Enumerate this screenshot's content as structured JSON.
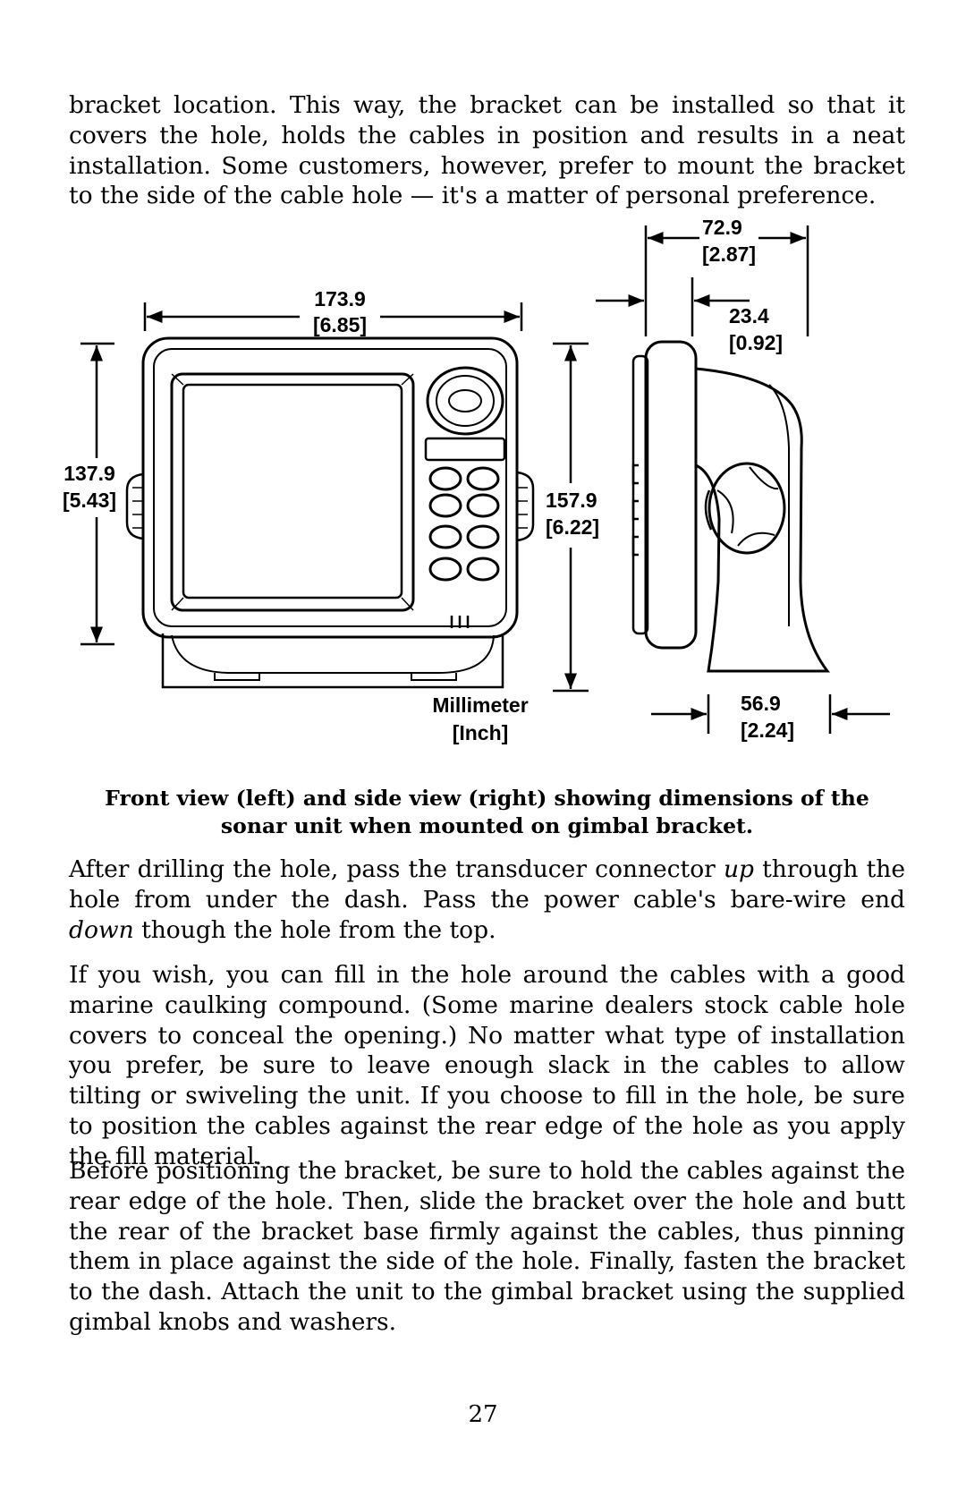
{
  "intro": {
    "text": "bracket location. This way, the bracket can be installed so that it covers the hole, holds the cables in position and results in a neat installation. Some customers, however, prefer to mount the bracket to the side of the cable hole — it's a matter of personal preference."
  },
  "figure": {
    "front_width_mm": "173.9",
    "front_width_in": "[6.85]",
    "front_height_mm": "137.9",
    "front_height_in": "[5.43]",
    "overall_height_mm": "157.9",
    "overall_height_in": "[6.22]",
    "side_depth_mm": "72.9",
    "side_depth_in": "[2.87]",
    "face_depth_mm": "23.4",
    "face_depth_in": "[0.92]",
    "base_depth_mm": "56.9",
    "base_depth_in": "[2.24]",
    "units_line1": "Millimeter",
    "units_line2": "[Inch]"
  },
  "caption": {
    "line1": "Front view (left) and side view (right) showing dimensions of the",
    "line2": "sonar unit when mounted on gimbal bracket."
  },
  "para1": {
    "a": "After drilling the hole, pass the transducer connector ",
    "b": "up",
    "c": " through the hole from under the dash. Pass the power cable's bare-wire end ",
    "d": "down",
    "e": " though the hole from the top."
  },
  "para2": {
    "text": "If you wish, you can fill in the hole around the cables with a good marine caulking compound. (Some marine dealers stock cable hole covers to conceal the opening.) No matter what type of installation you prefer, be sure to leave enough slack in the cables to allow tilting or swiveling the unit. If you choose to fill in the hole, be sure to position the cables against the rear edge of the hole as you apply the fill material."
  },
  "para3": {
    "text": "Before positioning the bracket, be sure to hold the cables against the rear edge of the hole. Then, slide the bracket over the hole and butt the rear of the bracket base firmly against the cables, thus pinning them in place against the side of the hole. Finally, fasten the bracket to the dash. Attach the unit to the gimbal bracket using the supplied gimbal knobs and washers."
  },
  "page_number": "27"
}
